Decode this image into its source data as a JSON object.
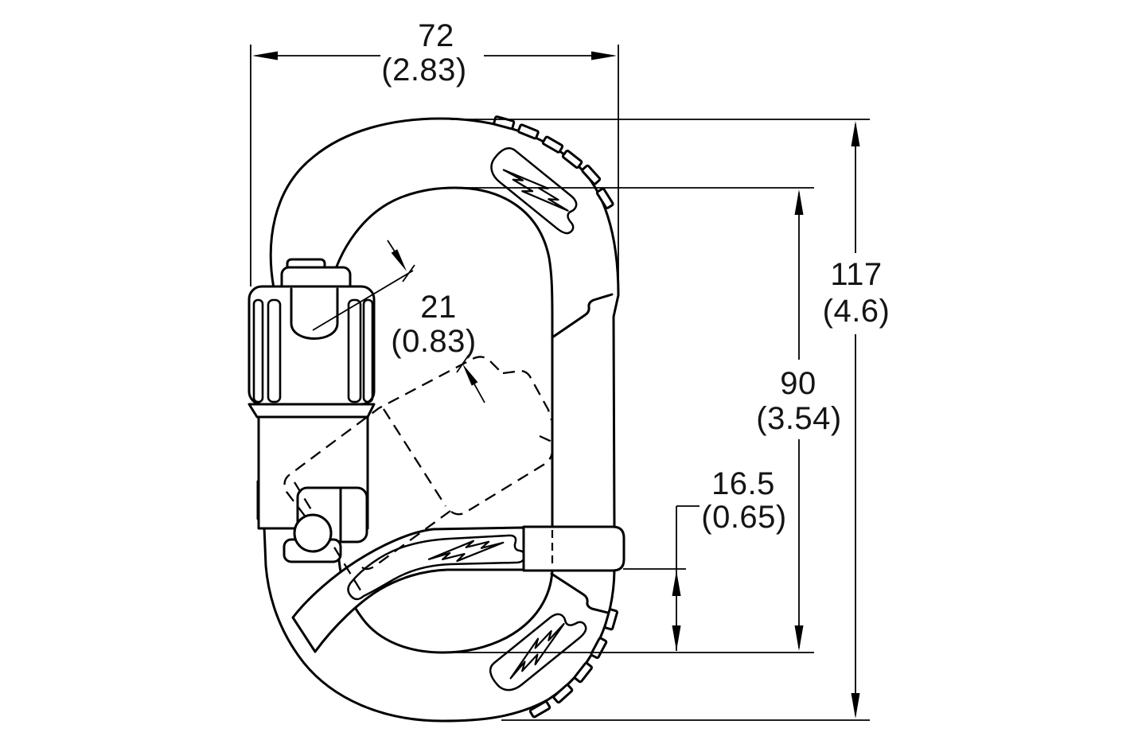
{
  "colors": {
    "background": "#ffffff",
    "line": "#000000"
  },
  "part": {
    "name": "locking-carabiner",
    "logo_icon": "lightning-bolt"
  },
  "dimensions": {
    "width": {
      "mm": "72",
      "inches": "(2.83)"
    },
    "overall_length": {
      "mm": "117",
      "inches": "(4.6)"
    },
    "inside_length": {
      "mm": "90",
      "inches": "(3.54)"
    },
    "gate_clearance": {
      "mm": "16.5",
      "inches": "(0.65)"
    },
    "gate_opening": {
      "mm": "21",
      "inches": "(0.83)"
    }
  }
}
